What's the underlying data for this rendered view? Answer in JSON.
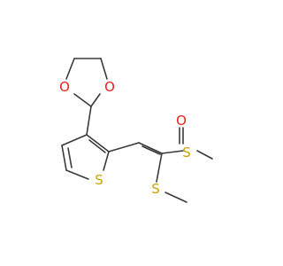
{
  "molecule": {
    "atoms": [
      {
        "id": "o1",
        "label": "O",
        "color": "#e8221e"
      },
      {
        "id": "o2",
        "label": "O",
        "color": "#e8221e"
      },
      {
        "id": "s_thiophene",
        "label": "S",
        "color": "#c9a400"
      },
      {
        "id": "s_sulfoxide",
        "label": "S",
        "color": "#c9a400"
      },
      {
        "id": "o_sulfoxide",
        "label": "O",
        "color": "#e8221e"
      },
      {
        "id": "s_thioether",
        "label": "S",
        "color": "#c9a400"
      }
    ],
    "bond_color": "#3a3a3a"
  }
}
